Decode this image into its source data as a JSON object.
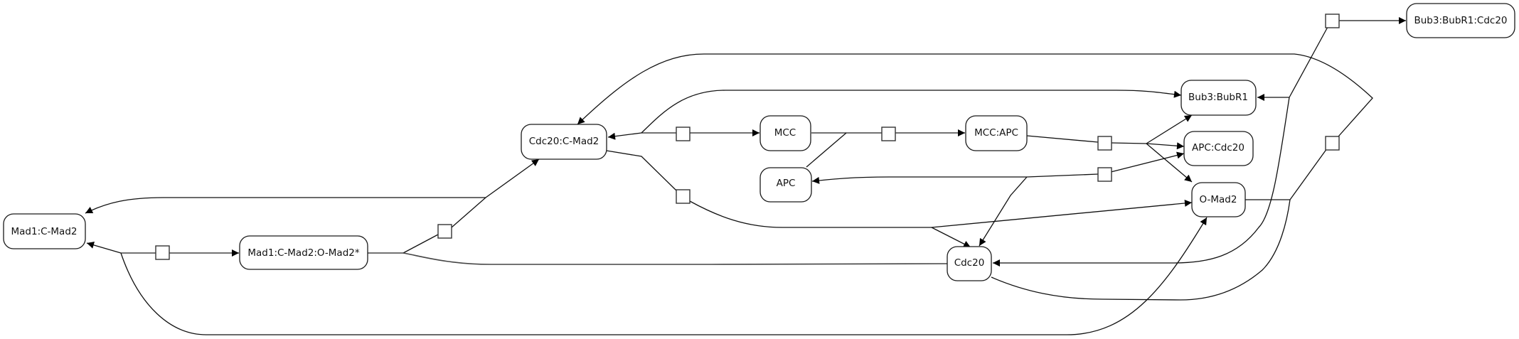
{
  "diagram": {
    "type": "reaction-network",
    "nodes": {
      "mad1_cmad2": "Mad1:C-Mad2",
      "mad1_cmad2_omad2": "Mad1:C-Mad2:O-Mad2*",
      "cdc20_cmad2": "Cdc20:C-Mad2",
      "mcc": "MCC",
      "apc": "APC",
      "mcc_apc": "MCC:APC",
      "cdc20": "Cdc20",
      "bub3_bubr1": "Bub3:BubR1",
      "apc_cdc20": "APC:Cdc20",
      "omad2": "O-Mad2",
      "bub3_bubr1_cdc20": "Bub3:BubR1:Cdc20"
    },
    "reactions": [
      {
        "id": "r1",
        "inputs": [
          "Mad1:C-Mad2",
          "O-Mad2"
        ],
        "outputs": [
          "Mad1:C-Mad2:O-Mad2*"
        ]
      },
      {
        "id": "r2",
        "inputs": [
          "Mad1:C-Mad2:O-Mad2*",
          "Cdc20"
        ],
        "outputs": [
          "Cdc20:C-Mad2",
          "Mad1:C-Mad2"
        ]
      },
      {
        "id": "r3",
        "inputs": [
          "Cdc20:C-Mad2",
          "Bub3:BubR1"
        ],
        "outputs": [
          "MCC"
        ]
      },
      {
        "id": "r4",
        "inputs": [
          "Cdc20:C-Mad2"
        ],
        "outputs": [
          "Cdc20",
          "O-Mad2"
        ]
      },
      {
        "id": "r5",
        "inputs": [
          "MCC",
          "APC"
        ],
        "outputs": [
          "MCC:APC"
        ]
      },
      {
        "id": "r6",
        "inputs": [
          "MCC:APC"
        ],
        "outputs": [
          "Bub3:BubR1",
          "APC:Cdc20",
          "O-Mad2"
        ]
      },
      {
        "id": "r7",
        "inputs": [
          "APC",
          "Cdc20"
        ],
        "outputs": [
          "APC:Cdc20"
        ]
      },
      {
        "id": "r8",
        "inputs": [
          "Bub3:BubR1",
          "Cdc20"
        ],
        "outputs": [
          "Bub3:BubR1:Cdc20"
        ]
      },
      {
        "id": "r9",
        "inputs": [
          "O-Mad2",
          "Cdc20"
        ],
        "outputs": [
          "Cdc20:C-Mad2"
        ]
      }
    ]
  }
}
